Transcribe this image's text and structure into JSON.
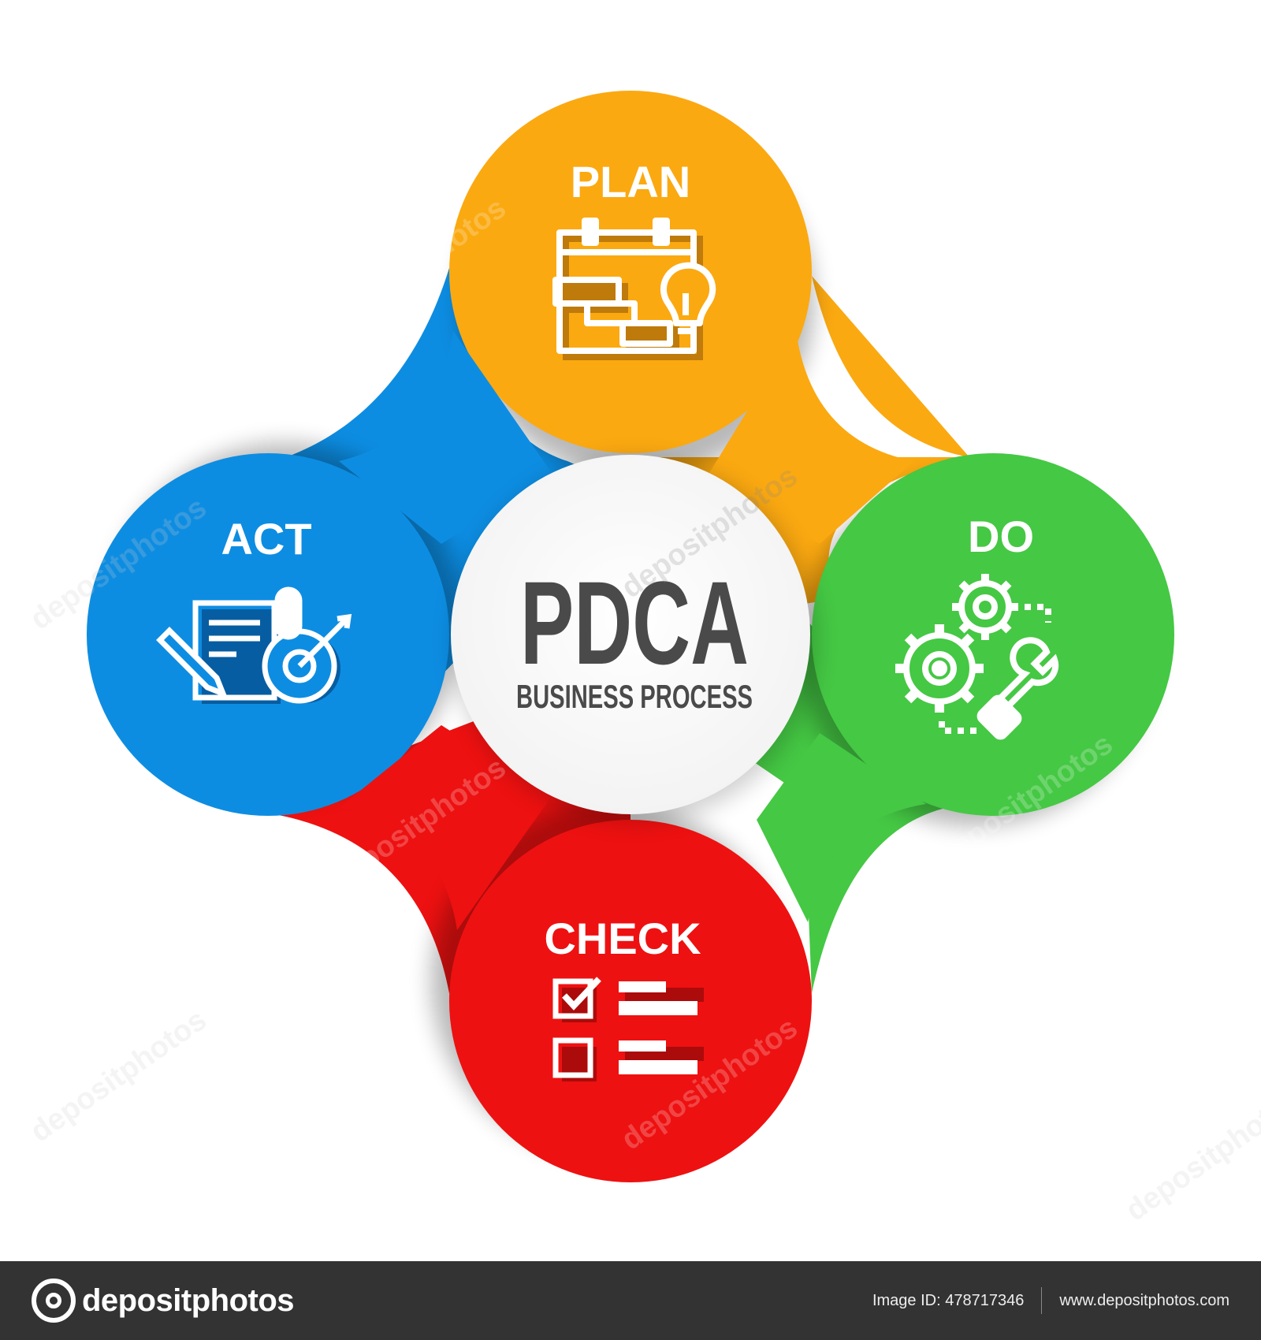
{
  "diagram": {
    "center": {
      "title": "PDCA",
      "subtitle": "BUSINESS PROCESS"
    },
    "phases": [
      {
        "label": "PLAN",
        "color": "#fba911",
        "icon": "calendar-lightbulb-icon"
      },
      {
        "label": "DO",
        "color": "#45c844",
        "icon": "gears-wrench-icon"
      },
      {
        "label": "CHECK",
        "color": "#ee1111",
        "icon": "checklist-icon"
      },
      {
        "label": "ACT",
        "color": "#0d8de2",
        "icon": "document-target-icon"
      }
    ],
    "watermark": "depositphotos"
  },
  "footer": {
    "brand": "depositphotos",
    "image_id": "Image ID: 478717346",
    "website": "www.depositphotos.com"
  }
}
